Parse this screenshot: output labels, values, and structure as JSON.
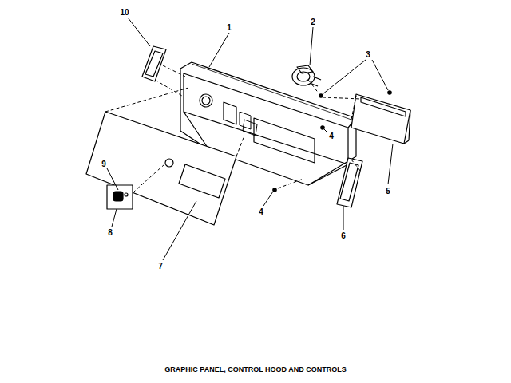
{
  "diagram": {
    "caption": "GRAPHIC PANEL, CONTROL HOOD AND CONTROLS",
    "labels": [
      "10",
      "2",
      "1",
      "3",
      "4",
      "5",
      "9",
      "8",
      "4",
      "6",
      "7"
    ]
  }
}
